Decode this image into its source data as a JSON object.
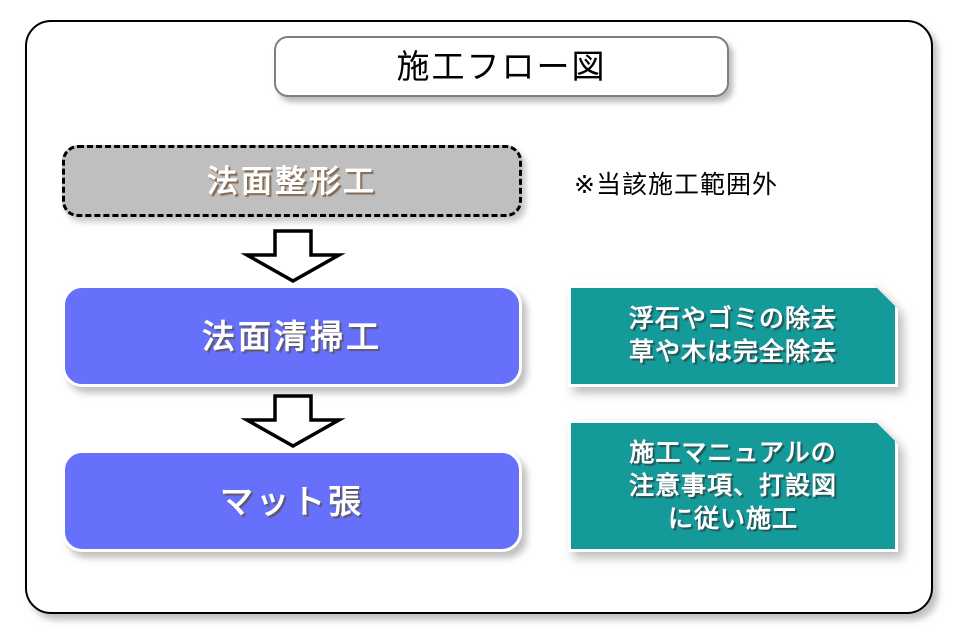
{
  "diagram": {
    "title": "施工フロー図",
    "frame_border_color": "#000000",
    "background_color": "#ffffff"
  },
  "note": {
    "text": "※当該施工範囲外"
  },
  "steps": [
    {
      "id": "slope-shaping",
      "label": "法面整形工",
      "fill_color": "#bfbfbf",
      "border_style": "dashed",
      "state": "out-of-scope"
    },
    {
      "id": "slope-cleaning",
      "label": "法面清掃工",
      "fill_color": "#6670fa",
      "border_style": "solid",
      "state": "in-scope"
    },
    {
      "id": "mat-laying",
      "label": "マット張",
      "fill_color": "#6670fa",
      "border_style": "solid",
      "state": "in-scope"
    }
  ],
  "arrows": [
    {
      "id": "arrow-1",
      "direction": "down"
    },
    {
      "id": "arrow-2",
      "direction": "down"
    }
  ],
  "callouts": [
    {
      "id": "callout-cleaning",
      "text": "浮石やゴミの除去\n草や木は完全除去",
      "fill_color": "#159a9a"
    },
    {
      "id": "callout-mat",
      "text": "施工マニュアルの\n注意事項、打設図\nに従い施工",
      "fill_color": "#159a9a"
    }
  ]
}
